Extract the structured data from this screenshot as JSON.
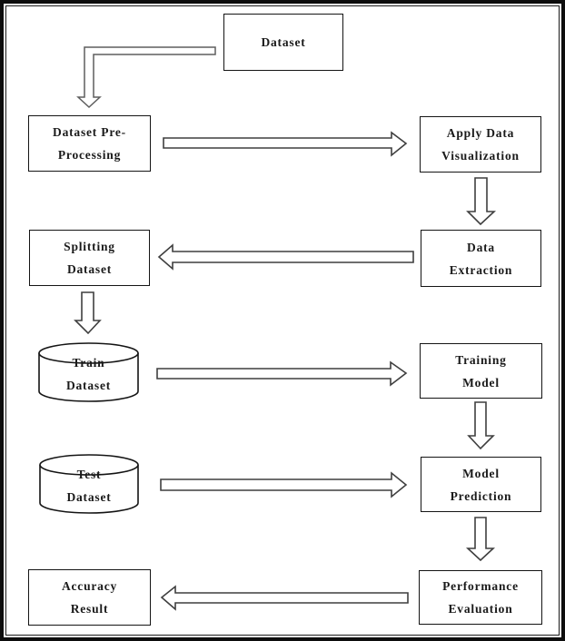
{
  "diagram": {
    "type": "flowchart",
    "background_color": "#ffffff",
    "frame_color": "#0d0d0d",
    "box_border_color": "#141414",
    "arrow_color": "#3f3f3f",
    "elbow_arrow_color": "#5e5e5e",
    "nodes": {
      "dataset": {
        "shape": "rect",
        "label": "Dataset",
        "lines": [
          "Dataset"
        ]
      },
      "dataset_preprocessing": {
        "shape": "rect",
        "label": "Dataset Pre-Processing",
        "lines": [
          "Dataset Pre-",
          "Processing"
        ]
      },
      "apply_data_visualization": {
        "shape": "rect",
        "label": "Apply Data Visualization",
        "lines": [
          "Apply Data",
          "Visualization"
        ]
      },
      "splitting_dataset": {
        "shape": "rect",
        "label": "Splitting Dataset",
        "lines": [
          "Splitting",
          "Dataset"
        ]
      },
      "data_extraction": {
        "shape": "rect",
        "label": "Data Extraction",
        "lines": [
          "Data",
          "Extraction"
        ]
      },
      "train_dataset": {
        "shape": "cylinder",
        "label": "Train Dataset",
        "lines": [
          "Train",
          "Dataset"
        ]
      },
      "training_model": {
        "shape": "rect",
        "label": "Training Model",
        "lines": [
          "Training",
          "Model"
        ]
      },
      "test_dataset": {
        "shape": "cylinder",
        "label": "Test Dataset",
        "lines": [
          "Test",
          "Dataset"
        ]
      },
      "model_prediction": {
        "shape": "rect",
        "label": "Model Prediction",
        "lines": [
          "Model",
          "Prediction"
        ]
      },
      "performance_evaluation": {
        "shape": "rect",
        "label": "Performance Evaluation",
        "lines": [
          "Performance",
          "Evaluation"
        ]
      },
      "accuracy_result": {
        "shape": "rect",
        "label": "Accuracy Result",
        "lines": [
          "Accuracy",
          "Result"
        ]
      }
    },
    "edges": [
      {
        "from": "dataset",
        "to": "dataset_preprocessing",
        "style": "elbow-down"
      },
      {
        "from": "dataset_preprocessing",
        "to": "apply_data_visualization",
        "style": "right"
      },
      {
        "from": "apply_data_visualization",
        "to": "data_extraction",
        "style": "down"
      },
      {
        "from": "data_extraction",
        "to": "splitting_dataset",
        "style": "left"
      },
      {
        "from": "splitting_dataset",
        "to": "train_dataset",
        "style": "down"
      },
      {
        "from": "train_dataset",
        "to": "training_model",
        "style": "right"
      },
      {
        "from": "training_model",
        "to": "model_prediction",
        "style": "down"
      },
      {
        "from": "test_dataset",
        "to": "model_prediction",
        "style": "right"
      },
      {
        "from": "model_prediction",
        "to": "performance_evaluation",
        "style": "down"
      },
      {
        "from": "performance_evaluation",
        "to": "accuracy_result",
        "style": "left"
      }
    ]
  }
}
